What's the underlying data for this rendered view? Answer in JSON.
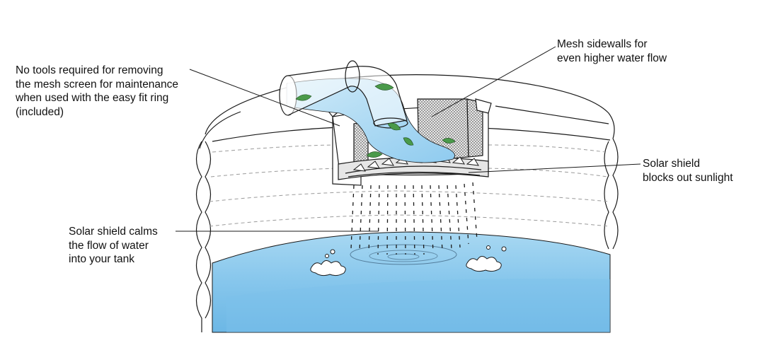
{
  "callouts": {
    "tools": "No tools required for removing\nthe mesh screen for maintenance\nwhen used with the easy fit ring\n(included)",
    "mesh_sidewalls": "Mesh sidewalls for\neven higher water flow",
    "solar_shield_blocks": "Solar shield\nblocks out sunlight",
    "solar_shield_calms": "Solar shield calms\nthe flow of water\ninto your tank"
  },
  "colors": {
    "water_light": "#bfe3f6",
    "water_mid": "#8dcbee",
    "water_deep": "#66b6e6",
    "leaf": "#4a9a4a",
    "outline": "#1a1a1a",
    "pipe_fill": "#ffffff"
  }
}
